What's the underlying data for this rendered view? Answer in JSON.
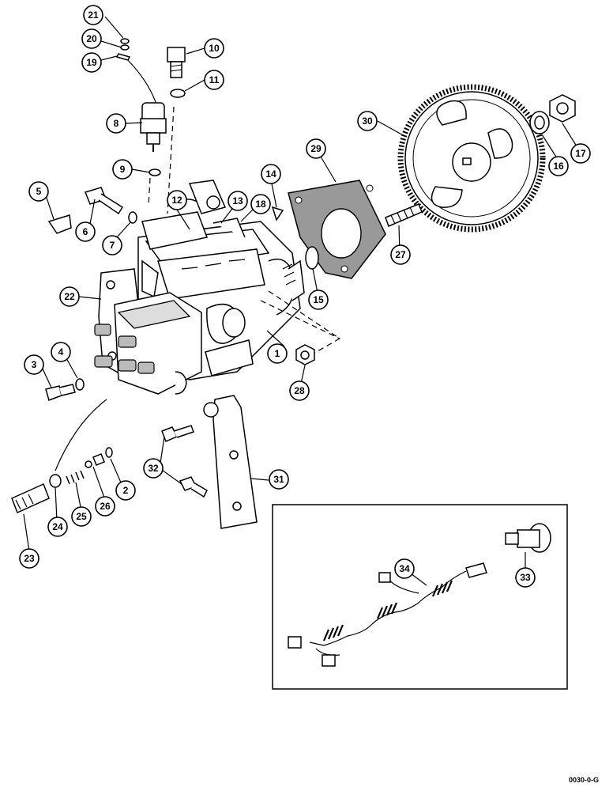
{
  "figure_code": "0030-0-G",
  "callouts": [
    "1",
    "2",
    "3",
    "4",
    "5",
    "6",
    "7",
    "8",
    "9",
    "10",
    "11",
    "12",
    "13",
    "14",
    "15",
    "16",
    "17",
    "18",
    "19",
    "20",
    "21",
    "22",
    "23",
    "24",
    "25",
    "26",
    "27",
    "28",
    "29",
    "30",
    "31",
    "32",
    "33",
    "34"
  ]
}
